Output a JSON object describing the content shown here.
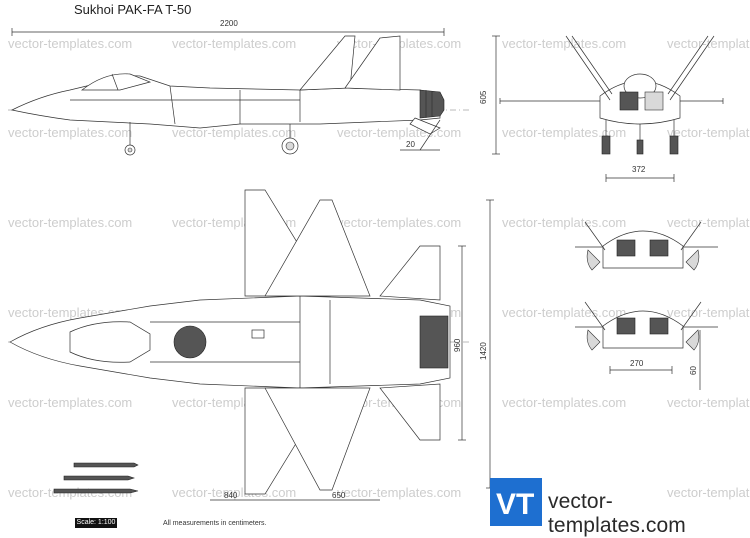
{
  "title": "Sukhoi PAK-FA T-50",
  "watermark": "vector-templates.com",
  "brand": "vector-templates.com",
  "logo_letters": "VT",
  "scale": "Scale: 1:100",
  "note": "All measurements in centimeters.",
  "dimensions": {
    "length": "2200",
    "height": "605",
    "gear_track": "372",
    "angle": "20",
    "top_span": "1420",
    "top_width": "960",
    "d_840": "840",
    "d_650": "650",
    "bay_width": "270",
    "bay_depth": "60"
  },
  "colors": {
    "logo": "#1e6fd0",
    "line": "#333333",
    "watermark": "#cdcdcd"
  }
}
